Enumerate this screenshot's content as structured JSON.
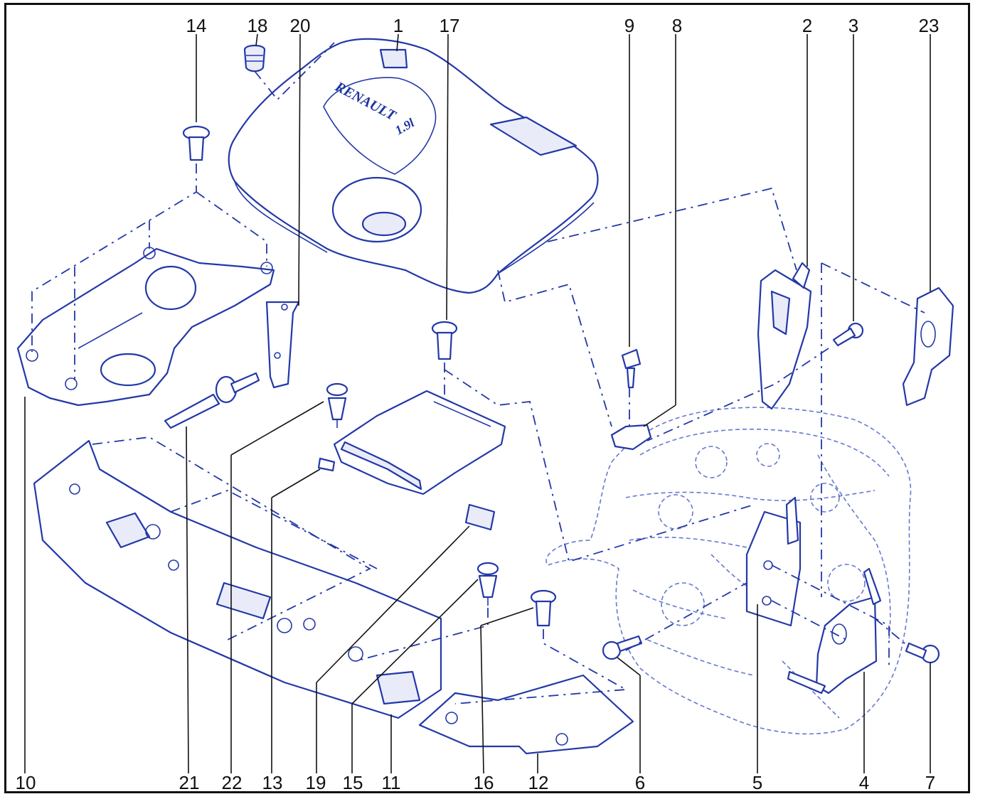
{
  "diagram": {
    "logo_text": "RENAULT",
    "logo_sub": "1.9l",
    "labels_top": [
      "14",
      "18",
      "20",
      "1",
      "17",
      "9",
      "8",
      "2",
      "3",
      "23"
    ],
    "labels_bottom": [
      "10",
      "21",
      "22",
      "13",
      "19",
      "15",
      "11",
      "16",
      "12",
      "6",
      "5",
      "4",
      "7"
    ]
  },
  "colors": {
    "line": "#2338a8",
    "text": "#111111",
    "frame": "#111111"
  }
}
